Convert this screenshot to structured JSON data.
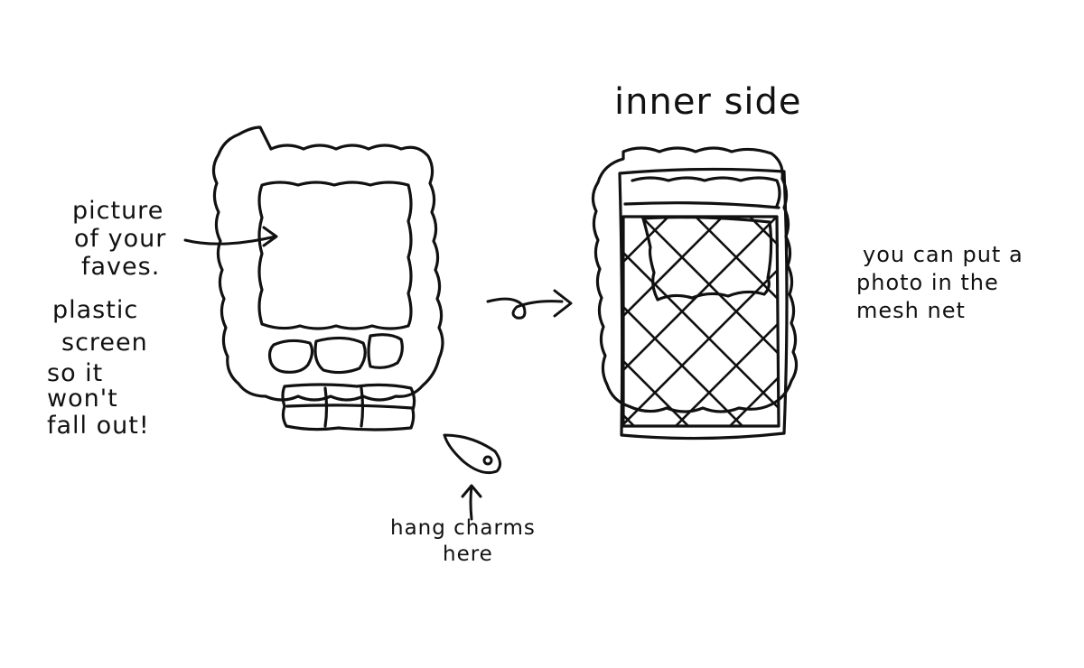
{
  "title": "inner side",
  "colors": {
    "ink": "#111111",
    "paper": "#ffffff"
  },
  "labels": {
    "picture_lines": [
      "picture",
      "of your",
      "faves."
    ],
    "plastic_lines": [
      "plastic",
      "screen",
      "so it",
      "won't",
      "fall out!"
    ],
    "charms_lines": [
      "hang charms",
      "here"
    ],
    "photo_lines": [
      "you can put a",
      "photo in the",
      "mesh net"
    ]
  },
  "icons": {
    "front_case": "phone-case-front-icon",
    "inner_case": "phone-case-inner-icon",
    "charm": "charm-tag-icon"
  }
}
